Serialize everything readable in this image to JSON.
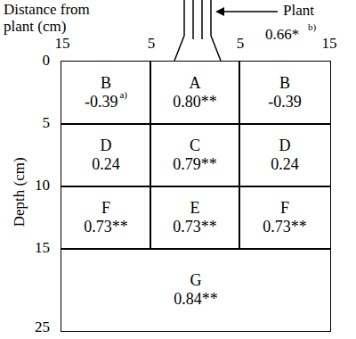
{
  "diagram": {
    "nodes": [
      {
        "text": [
          "B",
          "-0.39",
          "a)"
        ]
      },
      {
        "text": [
          "A",
          "0.80**"
        ]
      },
      {
        "text": [
          "B",
          "-0.39"
        ]
      },
      {
        "text": [
          "D",
          "0.24"
        ]
      },
      {
        "text": [
          "C",
          "0.79**"
        ]
      },
      {
        "text": [
          "D",
          "0.24"
        ]
      },
      {
        "text": [
          "F",
          "0.73**"
        ]
      },
      {
        "text": [
          "E",
          "0.73**"
        ]
      },
      {
        "text": [
          "F",
          "0.73**"
        ]
      },
      {
        "text": [
          "G",
          "0.84**"
        ]
      }
    ],
    "labels": [
      "Distance from plant (cm)",
      "Plant",
      "0.66*",
      "b)",
      "15",
      "5",
      "5",
      "15",
      "0",
      "5",
      "10",
      "15",
      "25",
      "Depth (cm)"
    ]
  }
}
